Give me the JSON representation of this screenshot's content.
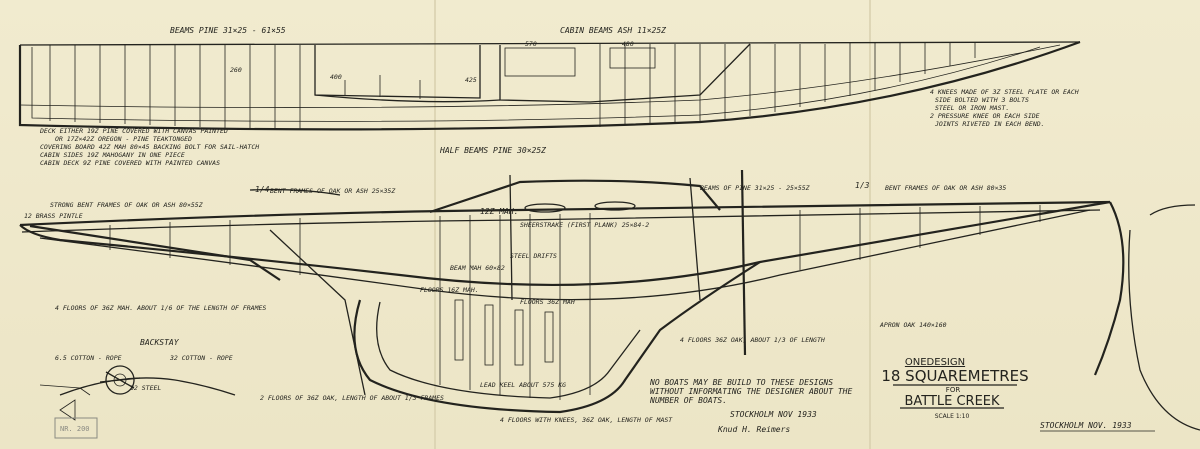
{
  "plan": {
    "beams": "BEAMS  PINE  31×25 - 61×55",
    "cabin_beams": "CABIN  BEAMS  ASH  11×25Z",
    "half_beams": "HALF  BEAMS  PINE  30×25Z",
    "deck_notes": [
      "DECK  EITHER  19Z  PINE  COVERED  WITH  CANVAS  PAINTED",
      "OR  17Z×42Z  OREGON - PINE  TEAKTONGED",
      "COVERING  BOARD  42Z  MAH  80×45  BACKING  BOLT  FOR  SAIL-HATCH",
      "CABIN  SIDES  19Z  MAHOGANY  IN  ONE  PIECE",
      "CABIN  DECK  9Z  PINE  COVERED  WITH  PAINTED  CANVAS"
    ],
    "plate_notes": [
      "4  KNEES  MADE  OF  3Z  STEEL  PLATE  OR  EACH",
      "SIDE  BOLTED  WITH  3  BOLTS",
      "STEEL  OR  IRON  MAST.",
      "2  PRESSURE  KNEE  OR  EACH  SIDE",
      "JOINTS  RIVETED  IN  EACH  BEND."
    ],
    "labels": {
      "l570": "570",
      "l480": "480",
      "l425": "425",
      "l400": "400",
      "l260": "260"
    }
  },
  "section": {
    "beams_pine_r": "BEAMS  OF  PINE  31×25 - 25×55Z",
    "frame_fwd": "BENT  FRAMES  OF  OAK  OR  ASH  25×35Z",
    "frame_aft": "BENT  FRAMES  OF  OAK  OR  ASH  80×35",
    "stern_frames": "STRONG  BENT  FRAMES  OF  OAK  OR  ASH  80×55Z",
    "frac_left": "1/4",
    "frac_mid": "1/3",
    "stem": "12  BRASS  PINTLE",
    "mahog": "12Z  MAH.",
    "sheer_strake": "SHEERSTRAKE  (FIRST  PLANK)  25×84-2",
    "keel_bolt": "STEEL  DRIFTS",
    "beam_mah": "BEAM  MAH  60×82",
    "floors_mah": "FLOORS  16Z  MAH.",
    "floors_steel": "FLOORS  36Z  MAH",
    "floors_note": "4  FLOORS  OF  36Z  MAH.  ABOUT  1/6  OF  THE  LENGTH  OF  FRAMES",
    "floors_note2": "4  FLOORS  36Z  OAK,  ABOUT  1/3  OF  LENGTH",
    "floors_note3": "4  FLOORS  WITH  KNEES,  36Z  OAK,  LENGTH  OF  MAST",
    "floors_note4": "2  FLOORS  OF  36Z  OAK,  LENGTH  OF  ABOUT  1/3  FRAMES",
    "lead_keel": "LEAD  KEEL  ABOUT  575  KG",
    "apron": "APRON  OAK  140×160"
  },
  "rigging": {
    "backstay": "BACKSTAY",
    "rope_left": "6.5  COTTON - ROPE",
    "rope_right": "32  COTTON - ROPE",
    "steel": "32  STEEL"
  },
  "note": {
    "line1": "NO  BOATS  MAY  BE  BUILD  TO  THESE  DESIGNS",
    "line2": "WITHOUT  INFORMATING  THE  DESIGNER  ABOUT  THE",
    "line3": "NUMBER  OF  BOATS.",
    "place": "STOCKHOLM   NOV  1933"
  },
  "title": {
    "onedesign": "ONEDESIGN",
    "main": "18 SQUAREMETRES",
    "for": "FOR",
    "place": "BATTLE CREEK",
    "scale": "SCALE 1:10"
  },
  "signature": "Knud  H. Reimers",
  "footer": "STOCKHOLM   NOV.  1933",
  "stamp": "NR. 200"
}
